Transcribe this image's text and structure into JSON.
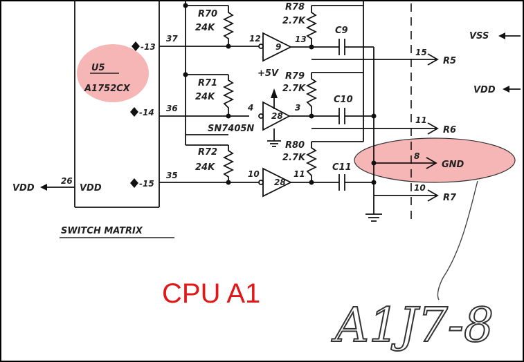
{
  "chip": {
    "ref": "U5",
    "part": "A1752CX",
    "vdd_pin": "26",
    "vdd_label": "VDD"
  },
  "left_pins": [
    {
      "num": "37",
      "id": "-13"
    },
    {
      "num": "36",
      "id": "-14"
    },
    {
      "num": "35",
      "id": "-15"
    }
  ],
  "left_supply": "VDD",
  "resistors_24k": [
    {
      "ref": "R70",
      "value": "24K"
    },
    {
      "ref": "R71",
      "value": "24K"
    },
    {
      "ref": "R72",
      "value": "24K"
    }
  ],
  "resistors_27k": [
    {
      "ref": "R78",
      "value": "2.7K"
    },
    {
      "ref": "R79",
      "value": "2.7K"
    },
    {
      "ref": "R80",
      "value": "2.7K"
    }
  ],
  "capacitors": [
    "C9",
    "C10",
    "C11"
  ],
  "inverters": [
    {
      "in": "12",
      "unit": "9",
      "out": "13"
    },
    {
      "in": "4",
      "unit": "28",
      "out": "3"
    },
    {
      "in": "10",
      "unit": "28",
      "out": "11"
    }
  ],
  "gate_supply": "+5V",
  "gate_part": "SN7405N",
  "outputs": [
    {
      "pin": "15",
      "name": "R5"
    },
    {
      "pin": "11",
      "name": "R6"
    },
    {
      "pin": "8",
      "name": "GND"
    },
    {
      "pin": "10",
      "name": "R7"
    }
  ],
  "right_supplies": [
    "VSS",
    "VDD"
  ],
  "section_label": "SWITCH MATRIX",
  "title": "CPU A1",
  "handwritten_note": "A1J7-8",
  "colors": {
    "highlight": "#f4a9a9",
    "title": "#e01818",
    "ink": "#222222"
  }
}
